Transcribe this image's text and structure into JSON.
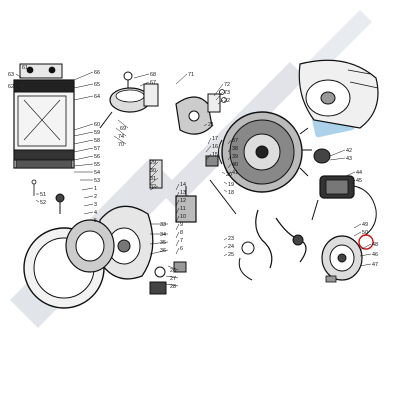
{
  "diagram": {
    "callouts": [
      {
        "id": "63",
        "label": "63"
      },
      {
        "id": "62",
        "label": "62"
      },
      {
        "id": "61",
        "label": "61"
      },
      {
        "id": "66",
        "label": "66"
      },
      {
        "id": "65",
        "label": "65"
      },
      {
        "id": "64",
        "label": "64"
      },
      {
        "id": "60",
        "label": "60"
      },
      {
        "id": "59",
        "label": "59"
      },
      {
        "id": "58",
        "label": "58"
      },
      {
        "id": "57",
        "label": "57"
      },
      {
        "id": "56",
        "label": "56"
      },
      {
        "id": "55",
        "label": "55"
      },
      {
        "id": "54",
        "label": "54"
      },
      {
        "id": "53",
        "label": "53"
      },
      {
        "id": "1",
        "label": "1"
      },
      {
        "id": "2",
        "label": "2"
      },
      {
        "id": "3",
        "label": "3"
      },
      {
        "id": "4",
        "label": "4"
      },
      {
        "id": "5",
        "label": "5"
      },
      {
        "id": "68",
        "label": "68"
      },
      {
        "id": "67",
        "label": "67"
      },
      {
        "id": "69",
        "label": "69"
      },
      {
        "id": "74",
        "label": "74"
      },
      {
        "id": "70",
        "label": "70"
      },
      {
        "id": "71",
        "label": "71"
      },
      {
        "id": "72",
        "label": "72"
      },
      {
        "id": "73",
        "label": "73"
      },
      {
        "id": "22",
        "label": "22"
      },
      {
        "id": "21",
        "label": "21"
      },
      {
        "id": "20",
        "label": "20"
      },
      {
        "id": "19",
        "label": "19"
      },
      {
        "id": "18",
        "label": "18"
      },
      {
        "id": "17",
        "label": "17"
      },
      {
        "id": "16",
        "label": "16"
      },
      {
        "id": "15",
        "label": "15"
      },
      {
        "id": "14",
        "label": "14"
      },
      {
        "id": "13",
        "label": "13"
      },
      {
        "id": "12",
        "label": "12"
      },
      {
        "id": "11",
        "label": "11"
      },
      {
        "id": "10",
        "label": "10"
      },
      {
        "id": "9",
        "label": "9"
      },
      {
        "id": "8",
        "label": "8"
      },
      {
        "id": "7",
        "label": "7"
      },
      {
        "id": "6",
        "label": "6"
      },
      {
        "id": "37",
        "label": "37"
      },
      {
        "id": "38",
        "label": "38"
      },
      {
        "id": "39",
        "label": "39"
      },
      {
        "id": "40",
        "label": "40"
      },
      {
        "id": "41",
        "label": "41"
      },
      {
        "id": "42",
        "label": "42"
      },
      {
        "id": "43",
        "label": "43"
      },
      {
        "id": "44",
        "label": "44"
      },
      {
        "id": "45",
        "label": "45"
      },
      {
        "id": "46",
        "label": "46"
      },
      {
        "id": "47",
        "label": "47"
      },
      {
        "id": "48",
        "label": "48"
      },
      {
        "id": "49",
        "label": "49"
      },
      {
        "id": "50",
        "label": "50"
      },
      {
        "id": "51",
        "label": "51"
      },
      {
        "id": "52",
        "label": "52"
      },
      {
        "id": "23",
        "label": "23"
      },
      {
        "id": "24",
        "label": "24"
      },
      {
        "id": "25",
        "label": "25"
      },
      {
        "id": "26",
        "label": "26"
      },
      {
        "id": "27",
        "label": "27"
      },
      {
        "id": "28",
        "label": "28"
      },
      {
        "id": "29",
        "label": "29"
      },
      {
        "id": "30",
        "label": "30"
      },
      {
        "id": "31",
        "label": "31"
      },
      {
        "id": "32",
        "label": "32"
      },
      {
        "id": "33",
        "label": "33"
      },
      {
        "id": "34",
        "label": "34"
      },
      {
        "id": "35",
        "label": "35"
      },
      {
        "id": "36",
        "label": "36"
      }
    ],
    "highlight_color": "#cc1111",
    "watermark_color": "#c9cdd6",
    "accent_color": "#9ec9e8"
  }
}
